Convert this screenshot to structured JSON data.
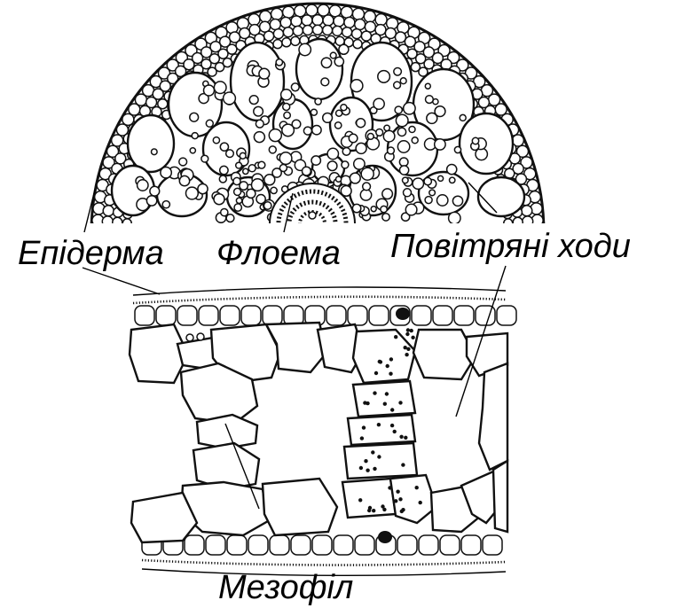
{
  "labels": {
    "epidermis": "Епідерма",
    "phloem": "Флоема",
    "air_channels": "Повітряні ходи",
    "mesophyll": "Мезофіл"
  },
  "colors": {
    "ink": "#111111",
    "background": "#ffffff"
  }
}
